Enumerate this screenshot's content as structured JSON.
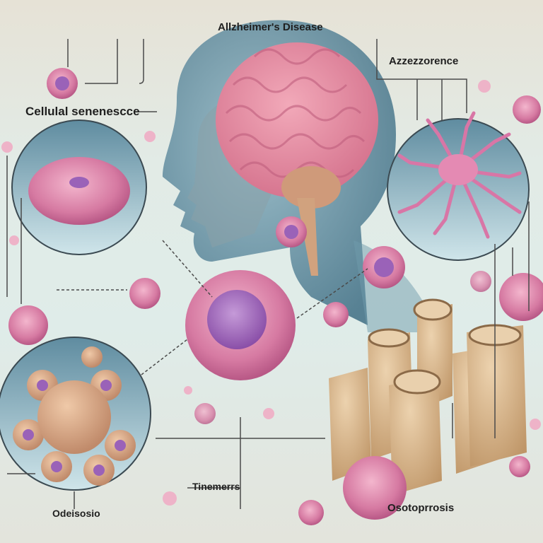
{
  "title": "Allzheimer's Disease",
  "labels": {
    "cellular_senescence": "Cellulal senenescce",
    "astrocyte": "Azzezzorence",
    "telomeres": "Tinemerrs",
    "osteoarthritis": "Odeisosio",
    "osteoporosis": "Osotoprrosis"
  },
  "colors": {
    "background": "#e2ebe6",
    "cell_pink": "#d97fa6",
    "nucleus_purple": "#9a62b8",
    "head_blue": "#5f8ea3",
    "brain_pink": "#e28ba1",
    "bone_tan": "#d6b68c",
    "line": "#4a4a4a"
  }
}
